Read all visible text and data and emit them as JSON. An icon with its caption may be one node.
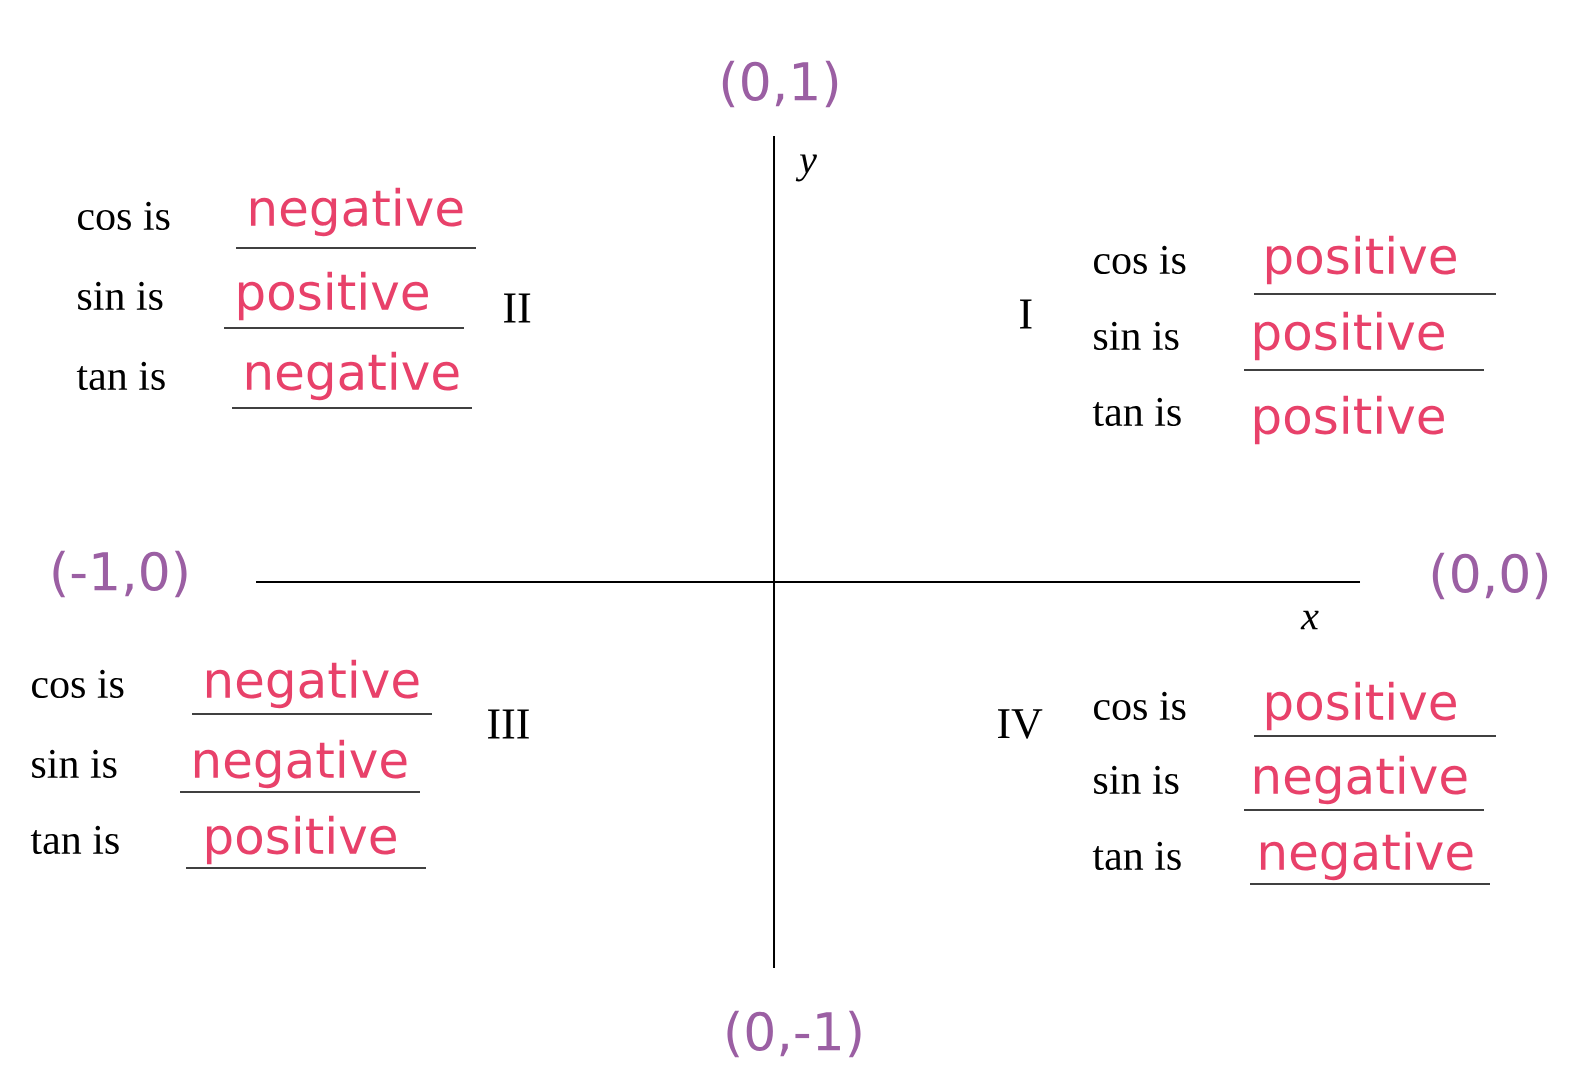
{
  "diagram": {
    "labels": [
      "(0,1)",
      "y",
      "cos is",
      "negative",
      "sin is",
      "positive",
      "II",
      "tan is",
      "negative",
      "I",
      "cos is",
      "positive",
      "sin is",
      "positive",
      "tan is",
      "positive",
      "(-1,0)",
      "(0,0)",
      "x",
      "cos is",
      "negative",
      "III",
      "sin is",
      "negative",
      "tan is",
      "positive",
      "IV",
      "cos is",
      "positive",
      "sin is",
      "negative",
      "tan is",
      "negative",
      "(0,-1)"
    ]
  }
}
